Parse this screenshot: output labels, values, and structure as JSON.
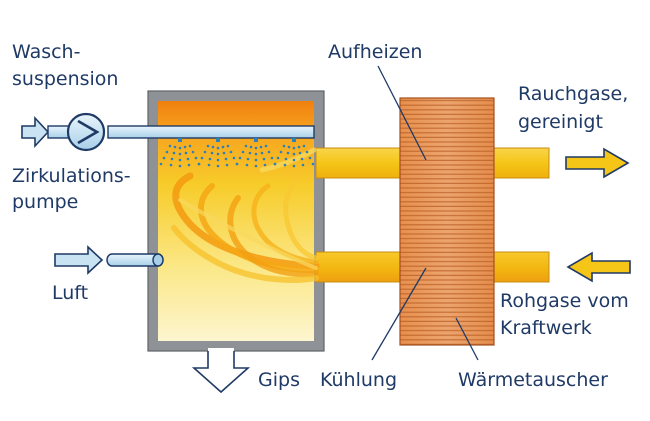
{
  "labels": {
    "wasch_line1": "Wasch-",
    "wasch_line2": "suspension",
    "zirk_line1": "Zirkulations-",
    "zirk_line2": "pumpe",
    "luft": "Luft",
    "gips": "Gips",
    "aufheizen": "Aufheizen",
    "kuehlung": "Kühlung",
    "rauch_line1": "Rauchgase,",
    "rauch_line2": "gereinigt",
    "roh_line1": "Rohgase vom",
    "roh_line2": "Kraftwerk",
    "waermetauscher": "Wärmetauscher"
  },
  "colors": {
    "label_text": "#1f3a66",
    "vessel_wall": "#8e9296",
    "gas_yellow": "#f5c518",
    "gas_orange": "#f07f0e",
    "heat_exchanger": "#e89a5a",
    "pipe_blue": "#c9e3f3",
    "spray_blue": "#2f7fb9"
  }
}
